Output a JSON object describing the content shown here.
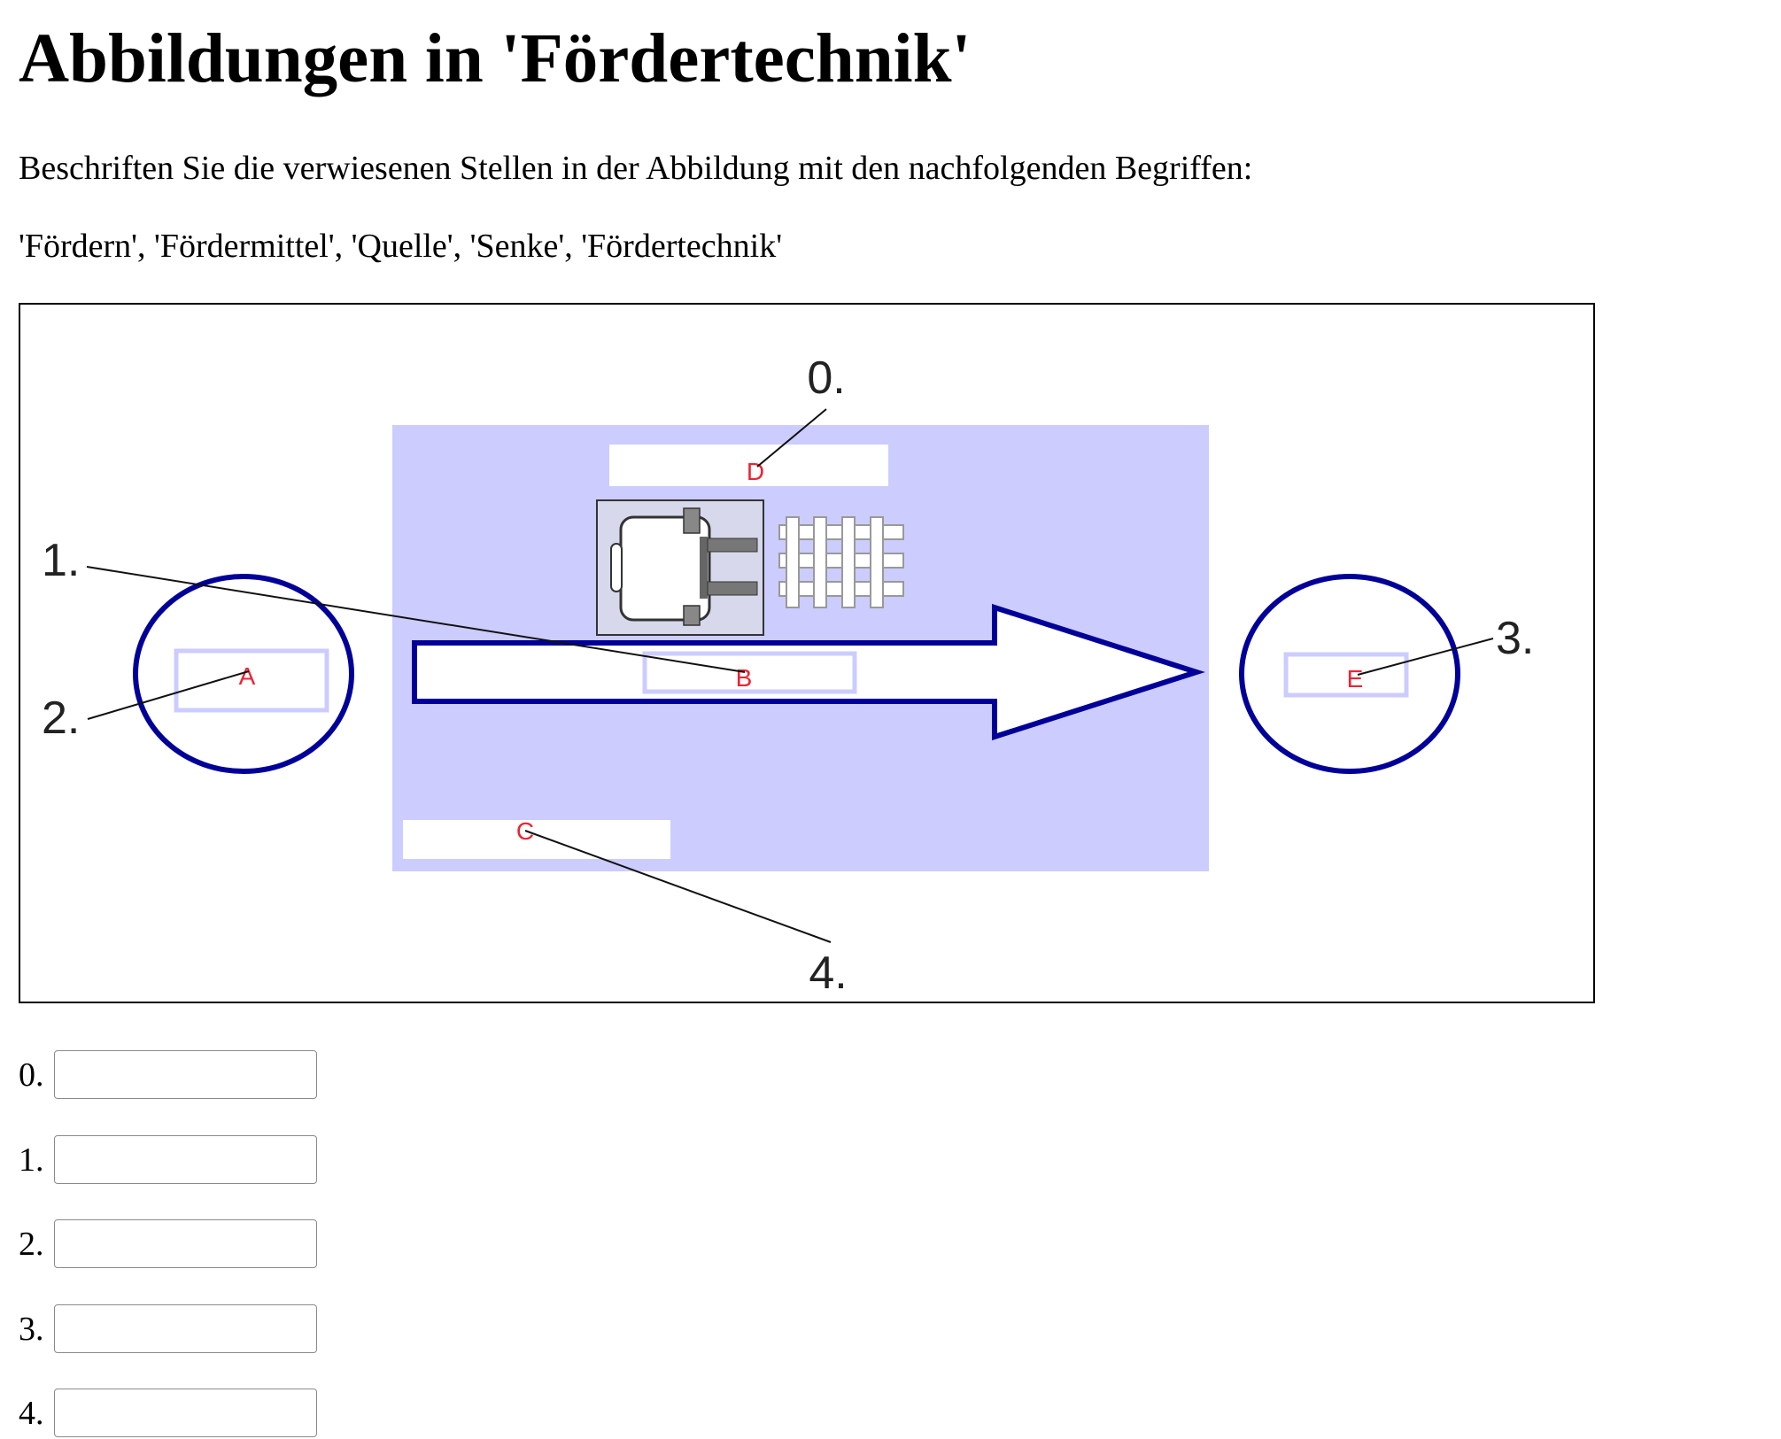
{
  "page": {
    "title": "Abbildungen in 'Fördertechnik'",
    "instruction": "Beschriften Sie die verwiesenen Stellen in der Abbildung mit den nachfolgenden Begriffen:",
    "terms": "'Fördern', 'Fördermittel', 'Quelle', 'Senke', 'Fördertechnik'"
  },
  "diagram": {
    "numbers": [
      "0.",
      "1.",
      "2.",
      "3.",
      "4."
    ],
    "letters": [
      "A",
      "B",
      "C",
      "D",
      "E"
    ],
    "colors": {
      "area": "#ccccff",
      "outline": "#000099",
      "letter": "#ee2233"
    },
    "icons": [
      "forklift-icon",
      "pallet-icon",
      "arrow-icon",
      "source-circle",
      "sink-circle"
    ]
  },
  "answers": [
    {
      "label": "0.",
      "value": ""
    },
    {
      "label": "1.",
      "value": ""
    },
    {
      "label": "2.",
      "value": ""
    },
    {
      "label": "3.",
      "value": ""
    },
    {
      "label": "4.",
      "value": ""
    }
  ]
}
